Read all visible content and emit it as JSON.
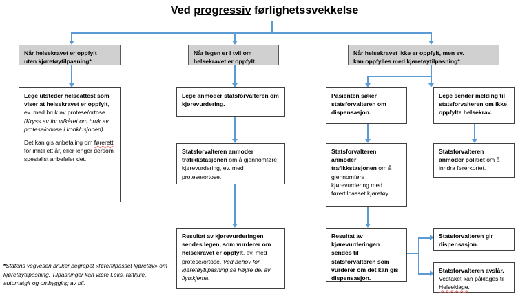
{
  "title": {
    "before": "Ved ",
    "underlined": "progressiv",
    "after": " førlighetssvekkelse",
    "full": "Ved progressiv førlighetssvekkelse"
  },
  "colors": {
    "connector": "#5B9BD5",
    "header_fill": "#D0D0D0",
    "header_border": "#595959",
    "box_border": "#404040",
    "spellcheck": "#E8736B"
  },
  "headers": [
    {
      "id": "header-left",
      "line1_underlined": "Når helsekravet er oppfylt",
      "line2": "uten kjøretøytilpasning*",
      "full": "Når helsekravet er oppfylt uten kjøretøytilpasning*"
    },
    {
      "id": "header-middle",
      "line1_underlined": "Når legen er i tvil",
      "line1_rest": " om",
      "line2": "helsekravet er oppfylt.",
      "full": "Når legen er i tvil om helsekravet er oppfylt."
    },
    {
      "id": "header-right",
      "line1_underlined": "Når helsekravet ikke er oppfylt",
      "line1_rest": ", men ev.",
      "line2": "kan oppfylles med kjøretøytilpasning*",
      "full": "Når helsekravet ikke er oppfylt, men ev. kan oppfylles med kjøretøytilpasning*"
    }
  ],
  "boxes": {
    "left_1": {
      "bold": "Lege utsteder helseattest som viser at helsekravet er oppfylt",
      "rest": ", ev. med bruk av protese/ortose.",
      "italic": "(Kryss av for vilkåret om bruk av protese/ortose i konklusjonen)",
      "para2_a": "Det kan gis anbefaling om ",
      "para2_spell": "førerett",
      "para2_b": " for inntil ett år, eller lenger dersom spesialist anbefaler det."
    },
    "mid_1": {
      "bold": "Lege anmoder statsforvalteren om kjørevurdering.",
      "rest": ""
    },
    "mid_2": {
      "bold": "Statsforvalteren anmoder trafikkstasjonen",
      "rest": " om å gjennomføre kjørevurdering, ev. med protese/ortose."
    },
    "mid_3": {
      "bold": "Resultat av kjørevurderingen sendes legen, som vurderer om helsekravet er oppfylt",
      "rest": ", ev. med protese/ortose. ",
      "italic": "Ved behov for kjøretøytilpasning se høyre del av flytskjema."
    },
    "r1_1": {
      "bold": "Pasienten søker statsforvalteren om dispensasjon.",
      "rest": ""
    },
    "r1_2": {
      "bold": "Statsforvalteren anmoder trafikkstasjonen",
      "rest": " om å gjennomføre kjørevurdering med førertilpasset kjøretøy."
    },
    "r1_3": {
      "bold": "Resultat av kjørevurderingen sendes til statsforvalteren som vurderer om det kan gis dispensasjon.",
      "rest": ""
    },
    "r2_1": {
      "bold": "Lege sender melding til statsforvalteren om ikke oppfylte helsekrav.",
      "rest": ""
    },
    "r2_2": {
      "bold": "Statsforvalteren anmoder politiet",
      "rest": " om å inndra førerkortet."
    },
    "out_1": {
      "bold": "Statsforvalteren gir dispensasjon.",
      "rest": ""
    },
    "out_2": {
      "bold": "Statsforvalteren avslår.",
      "rest": " Vedtaket kan påklages til ",
      "spell": "Helseklage",
      "tail": "."
    }
  },
  "footnote": {
    "marker": "*",
    "text": "Statens vegvesen bruker begrepet «førertilpasset kjøretøy» om kjøretøytilpasning. Tilpasninger kan være f.eks. rattkule, automatgir og ombygging av bil."
  }
}
